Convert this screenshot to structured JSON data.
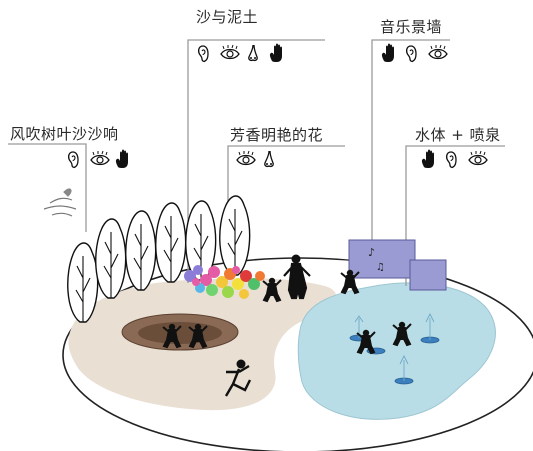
{
  "labels": {
    "sand_soil": "沙与泥土",
    "music_wall": "音乐景墙",
    "wind_trees": "风吹树叶沙沙响",
    "fragrant_flowers": "芳香明艳的花",
    "water_fountain": "水体 + 喷泉"
  },
  "icon_groups": {
    "sand_soil": [
      "ear-icon",
      "eye-icon",
      "nose-icon",
      "hand-icon"
    ],
    "music_wall": [
      "hand-icon",
      "ear-icon",
      "eye-icon"
    ],
    "wind_trees": [
      "ear-icon",
      "eye-icon",
      "hand-icon"
    ],
    "fragrant_flowers": [
      "eye-icon",
      "nose-icon"
    ],
    "water_fountain": [
      "hand-icon",
      "ear-icon",
      "eye-icon"
    ]
  },
  "colors": {
    "callout_line": "#9a9a9a",
    "sand_area": "#e9dfd3",
    "water_area": "#b9dde6",
    "music_wall": "#9b9bd3",
    "fountain": "#3b7fbf",
    "silhouette": "#111111"
  }
}
